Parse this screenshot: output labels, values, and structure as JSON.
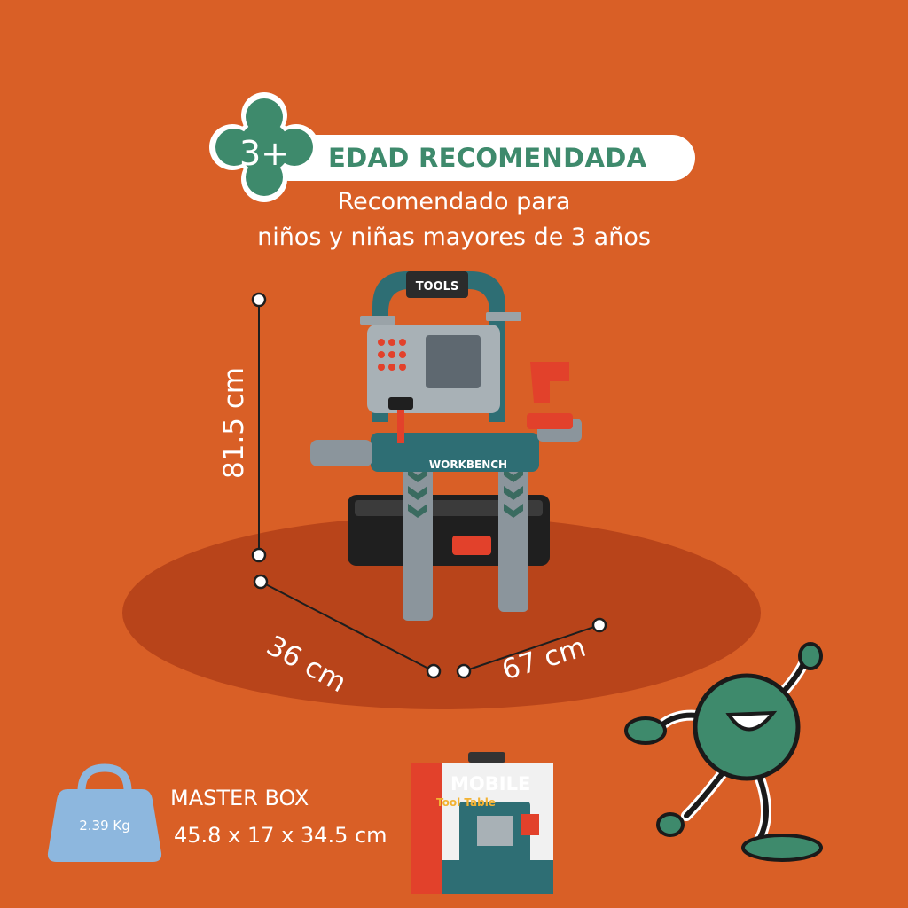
{
  "age": {
    "number": "3+",
    "title": "EDAD RECOMENDADA",
    "line1": "Recomendado para",
    "line2": "niños y niñas mayores de 3 años"
  },
  "product": {
    "panel_label": "TOOLS",
    "bench_label": "WORKBENCH"
  },
  "dimensions": {
    "height": "81.5 cm",
    "depth": "36 cm",
    "width": "67 cm"
  },
  "master_box": {
    "title": "MASTER BOX",
    "dims": "45.8 x 17 x 34.5 cm",
    "weight": "2.39 Kg"
  },
  "box": {
    "brand": "MOBILE",
    "subtitle": "Tool Table"
  },
  "colors": {
    "background": "#d95f26",
    "floor": "#b8441a",
    "accent_green": "#3e8a6c",
    "weight_blue": "#8db7de"
  }
}
